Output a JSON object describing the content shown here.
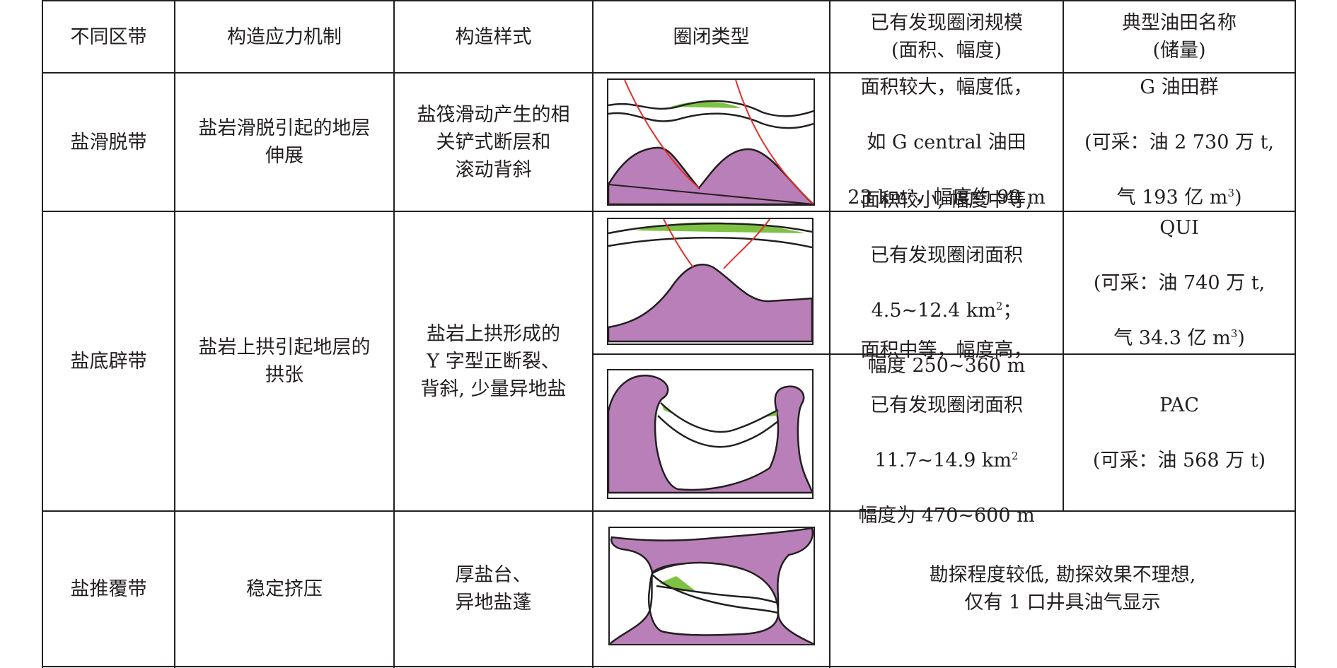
{
  "headers": {
    "zone": "不同区带",
    "stress": "构造应力机制",
    "style": "构造样式",
    "trap": "圈闭类型",
    "scale": "已有发现圈闭规模\n(面积、幅度)",
    "field": "典型油田名称\n(储量)"
  },
  "rows": [
    {
      "zone": "盐滑脱带",
      "stress": "盐岩滑脱引起的地层\n伸展",
      "style": "盐筏滑动产生的相\n关铲式断层和\n滚动背斜",
      "diagram_icon": "listric-fault-rollover-diagram",
      "scale_l1": "面积较大，幅度低，",
      "scale_l2": "如 G central 油田",
      "scale_l3a": "23 km",
      "scale_l3sup": "2",
      "scale_l3b": "，幅度约 90 m",
      "field_l1": "G 油田群",
      "field_l2": "(可采：油 2 730 万 t,",
      "field_l3a": "气 193 亿 m",
      "field_l3sup": "3",
      "field_l3b": ")"
    },
    {
      "zone": "盐底辟带",
      "stress": "盐岩上拱引起地层的\n拱张",
      "style": "盐岩上拱形成的\nY 字型正断裂、\n背斜, 少量异地盐",
      "sub": [
        {
          "diagram_icon": "salt-dome-y-fault-diagram",
          "scale_l1": "面积较小, 幅度中等,",
          "scale_l2": "已有发现圈闭面积",
          "scale_l3a": "4.5~12.4 km",
          "scale_l3sup": "2",
          "scale_l3b": "；",
          "scale_l4": "幅度 250~360 m",
          "field_l1": "QUI",
          "field_l2": "(可采：油 740 万 t,",
          "field_l3a": "气 34.3 亿 m",
          "field_l3sup": "3",
          "field_l3b": ")"
        },
        {
          "diagram_icon": "salt-wall-flank-trap-diagram",
          "scale_l1": "面积中等，幅度高，",
          "scale_l2": "已有发现圈闭面积",
          "scale_l3a": "11.7~14.9 km",
          "scale_l3sup": "2",
          "scale_l4": "幅度为 470~600 m",
          "field_l1": "PAC",
          "field_l2": "(可采：油 568 万 t)"
        }
      ]
    },
    {
      "zone": "盐推覆带",
      "stress": "稳定挤压",
      "style": "厚盐台、\n异地盐蓬",
      "diagram_icon": "salt-canopy-diagram",
      "remark": "勘探程度较低, 勘探效果不理想,\n仅有 1 口井具油气显示"
    }
  ],
  "colors": {
    "salt": "#b97fb8",
    "oil": "#7dc243",
    "fault": "#e0302c",
    "line": "#231f20"
  }
}
